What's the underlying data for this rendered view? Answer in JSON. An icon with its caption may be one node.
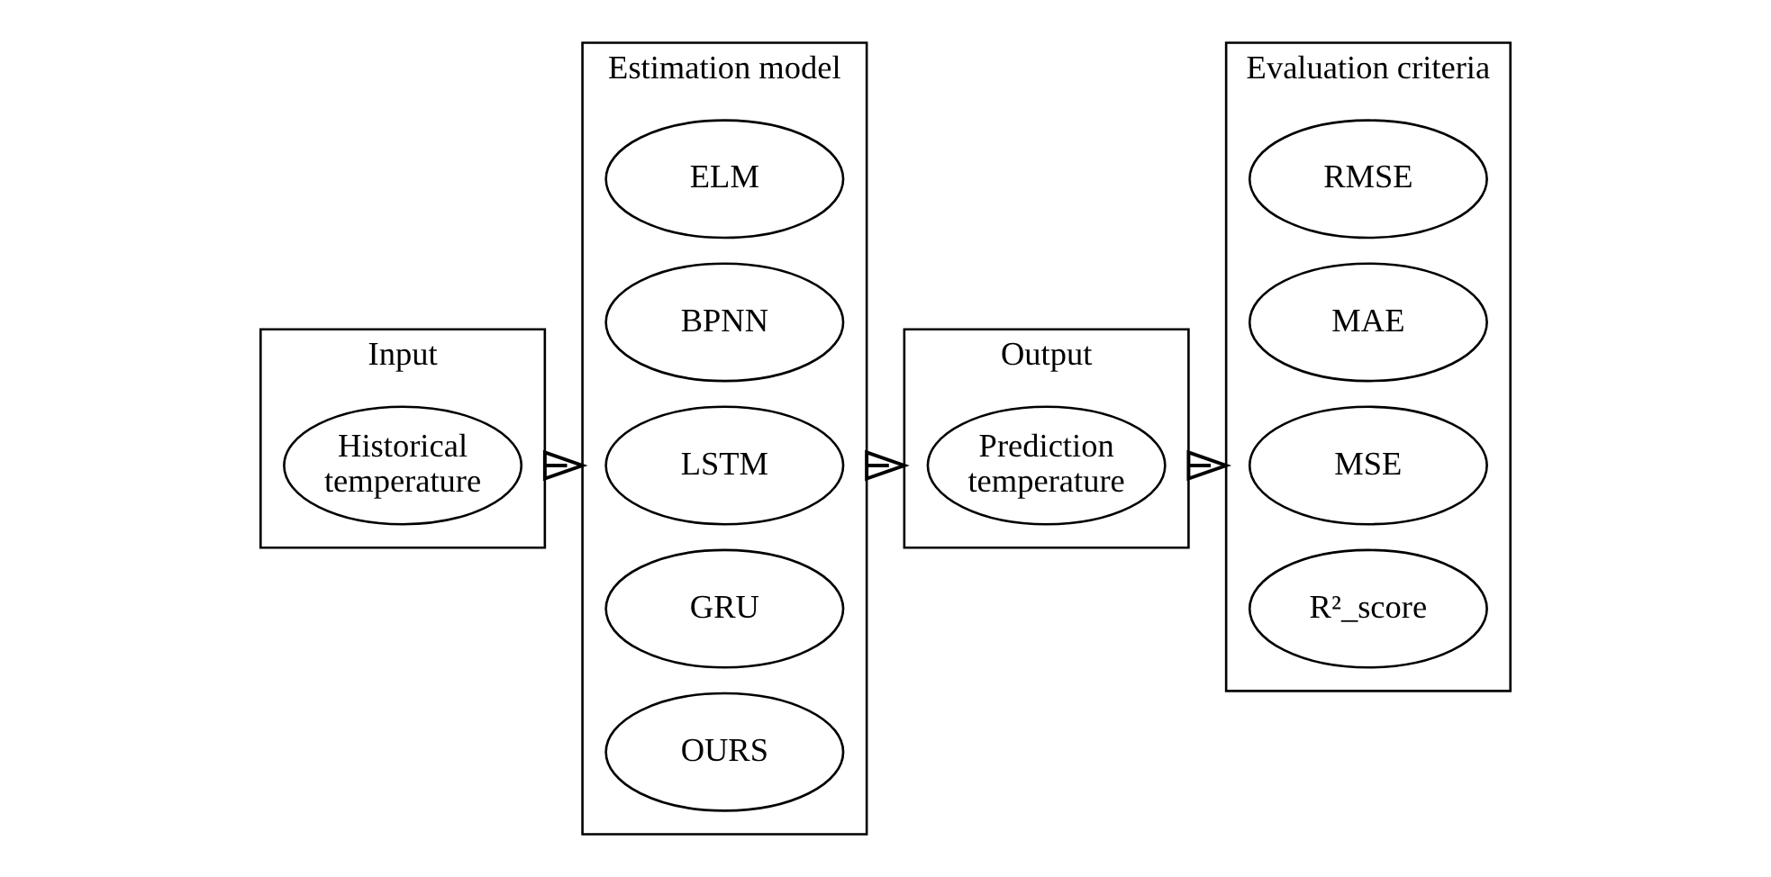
{
  "diagram": {
    "nodes": [
      {
        "text": [
          "Input"
        ]
      },
      {
        "text": [
          "Historical temperature"
        ],
        "in": 0
      },
      {
        "text": [
          "Estimation model"
        ]
      },
      {
        "text": [
          "ELM"
        ],
        "in": 2
      },
      {
        "text": [
          "BPNN"
        ],
        "in": 2
      },
      {
        "text": [
          "LSTM"
        ],
        "in": 2
      },
      {
        "text": [
          "GRU"
        ],
        "in": 2
      },
      {
        "text": [
          "OURS"
        ],
        "in": 2
      },
      {
        "text": [
          "Output"
        ]
      },
      {
        "text": [
          "Prediction temperature"
        ],
        "in": 8
      },
      {
        "text": [
          "Evaluation criteria"
        ]
      },
      {
        "text": [
          "RMSE"
        ],
        "in": 10
      },
      {
        "text": [
          "MAE"
        ],
        "in": 10
      },
      {
        "text": [
          "MSE"
        ],
        "in": 10
      },
      {
        "text": [
          "R²_score"
        ],
        "in": 10
      }
    ],
    "edges": [
      {
        "from": 0,
        "to": 2,
        "arrow": "to"
      },
      {
        "from": 2,
        "to": 8,
        "arrow": "to"
      },
      {
        "from": 8,
        "to": 10,
        "arrow": "to"
      }
    ]
  }
}
